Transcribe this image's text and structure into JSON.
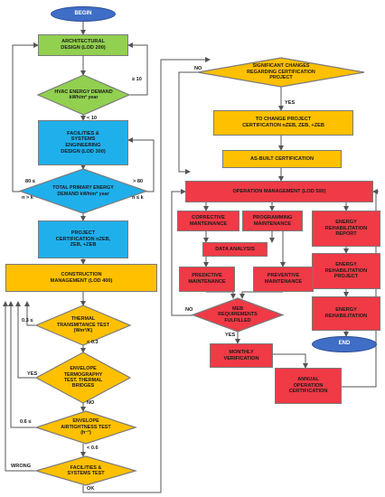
{
  "nodes": {
    "begin": "BEGIN",
    "arch_design": "ARCHITECTURAL\nDESIGN (LOD 200)",
    "hvac_energy": "HVAC ENERGY DEMAND\nkWh/m² year",
    "facilities_design": "FACILITIES &\nSYSTEMS\nENGINEERING\nDESIGN (LOD 300)",
    "total_primary": "TOTAL PRIMARY ENERGY\nDEMAND kWh/m² year",
    "project_cert": "PROJECT\nCERTIFICATION nZEB,\nZEB, +ZEB",
    "construction_mgmt": "CONSTRUCTION\nMANAGEMENT (LOD 400)",
    "thermal_test": "THERMAL\nTRANSMITANCE TEST\n(Wm²/K)",
    "envelope_thermo": "ENVELOPE\nTERMOGRAPHY\nTEST. THERMAL\nBRIDGES",
    "envelope_air": "ENVELOPE\nAIRTIGHTNESS TEST\n(h⁻¹)",
    "facilities_test": "FACILITIES &\nSYSTEMS TEST",
    "significant_changes": "SIGNIFICANT CHANGES\nREGARDING CERTIFICATION\nPROJECT",
    "change_cert": "TO CHANGE PROJECT\nCERTIFICATION nZEB, ZEB, +ZEB",
    "as_built": "AS-BUILT CERTIFICATION",
    "operation_mgmt": "OPERATION MANAGEMENT (LOD 500)",
    "corrective": "CORRECTIVE\nMANTEINANCE",
    "programming": "PROGRAMMING\nMAINTENANCE",
    "energy_report": "ENERGY\nREHABILITATION\nREPORT",
    "data_analysis": "DATA ANALYSIS",
    "energy_project": "ENERGY\nREHABILITATION\nPROJECT",
    "predictive": "PREDICTIVE\nMAINTENANCE",
    "preventive": "PREVENTIVE\nMAINTENANCE",
    "energy_rehab": "ENERGY\nREHABILITATION",
    "meb_req": "MEB\nREQUIREMENTS\nFULFILLED",
    "end": "END",
    "monthly_verif": "MONTHLY\nVERIFICATION",
    "annual_cert": "ANNUAL\nOPERATION\nCERTIFICATION"
  },
  "labels": {
    "ge10": "≥ 10",
    "lt10": "< 10",
    "le80": "80 ≤",
    "gt80": "> 80",
    "ngtk": "n > k",
    "nlek": "n ≤ k",
    "le03": "0.3 ≤",
    "lt03": "< 0.3",
    "yes1": "YES",
    "no1": "NO",
    "le06": "0.6 ≤",
    "lt06": "< 0.6",
    "wrong": "WRONG",
    "ok": "OK",
    "no_top": "NO",
    "yes_top": "YES",
    "no_meb": "NO",
    "yes_meb": "YES"
  },
  "colors": {
    "green": "#92d050",
    "blue": "#1fb0ec",
    "orange": "#ffc000",
    "red": "#f03a46",
    "oval": "#3f6ec6"
  }
}
